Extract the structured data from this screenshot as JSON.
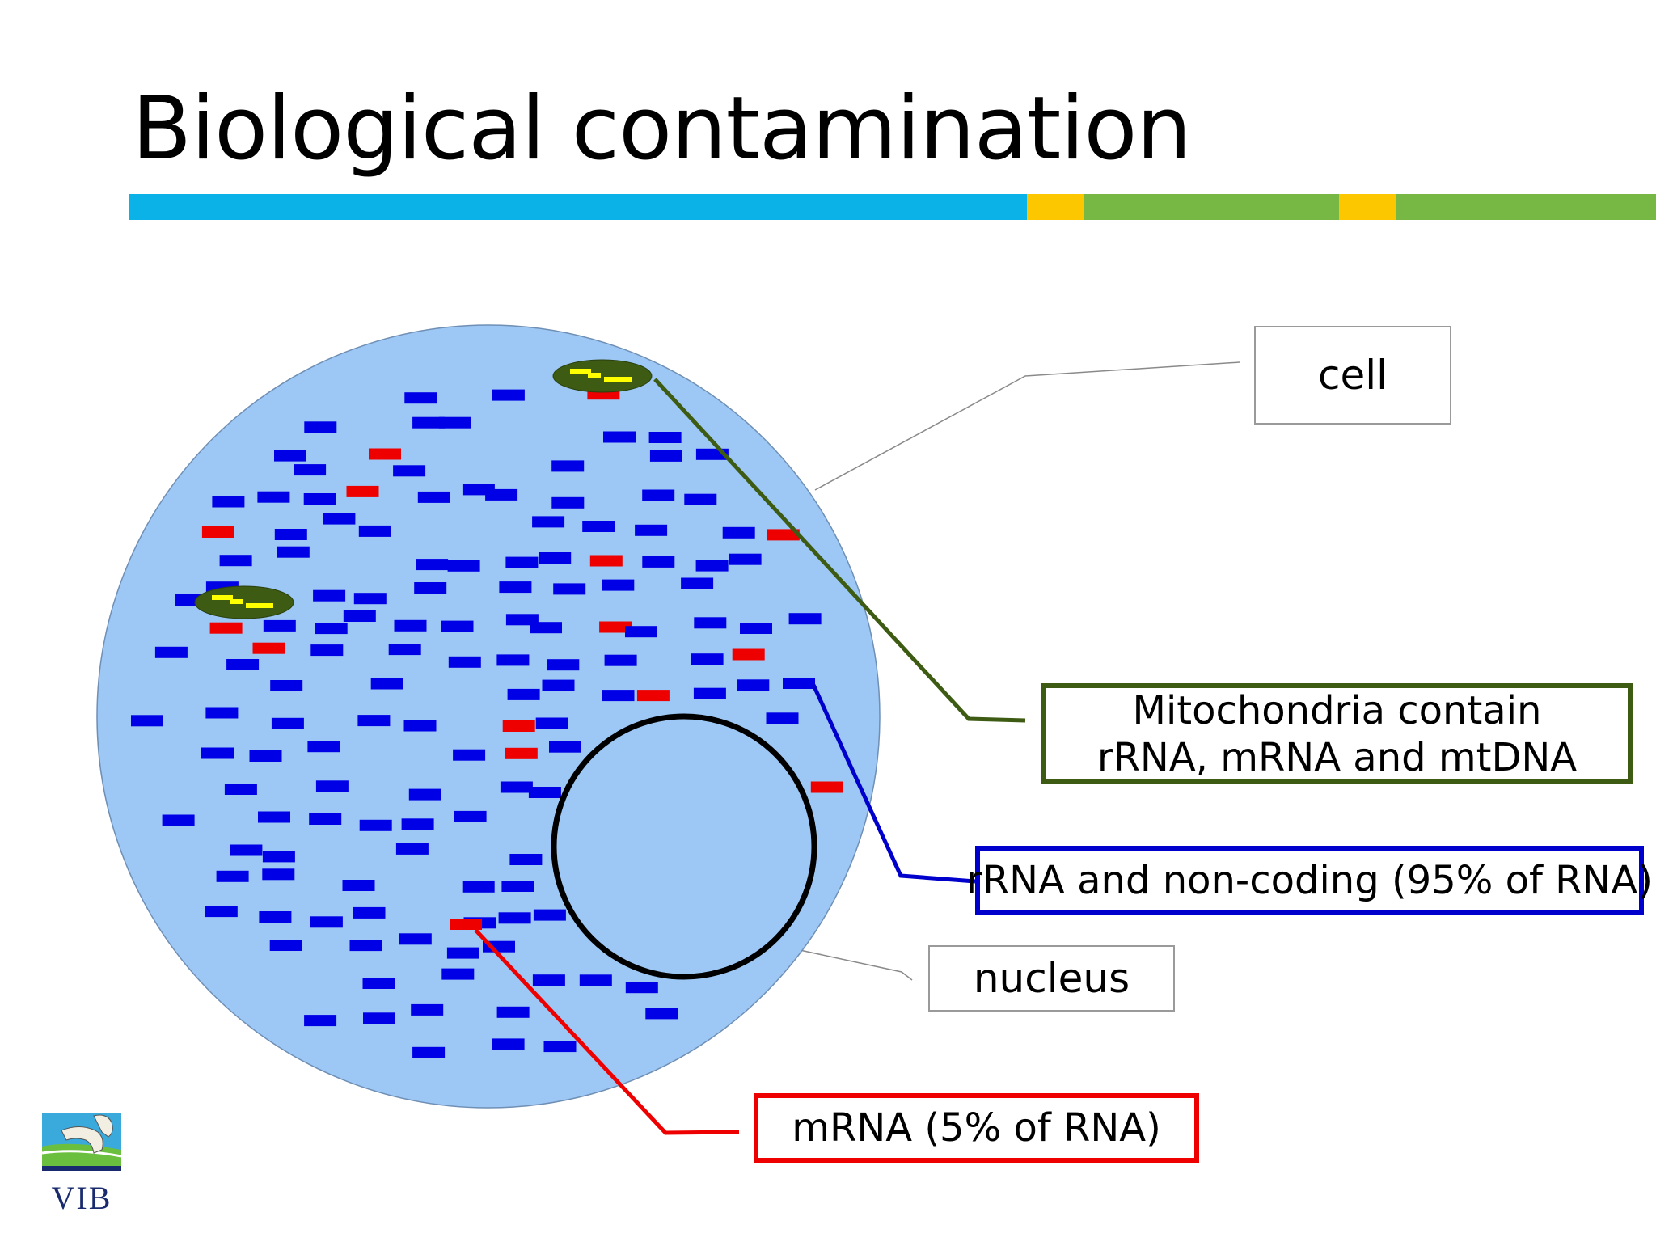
{
  "title": "Biological contamination",
  "title_bar_colors": [
    "#0bb2e8",
    "#fdc700",
    "#76b843",
    "#fdc700",
    "#76b843"
  ],
  "labels": {
    "cell": "cell",
    "mitochondria_line1": "Mitochondria contain",
    "mitochondria_line2": "rRNA, mRNA and mtDNA",
    "rrna": "rRNA and non-coding (95% of RNA)",
    "nucleus": "nucleus",
    "mrna": "mRNA (5% of RNA)"
  },
  "colors": {
    "cytoplasm": "#9dc8f5",
    "rrna": "#0000e6",
    "mrna": "#ee0000",
    "mitochondria_fill": "#3d5b12",
    "mitochondria_dna": "#ffff00",
    "nucleus_outline": "#000000",
    "mito_callout": "#3d5b12",
    "rrna_callout": "#0000cc",
    "mrna_callout": "#ee0000",
    "pointer": "#8a8a8a"
  },
  "logo": {
    "text": "VIB"
  }
}
